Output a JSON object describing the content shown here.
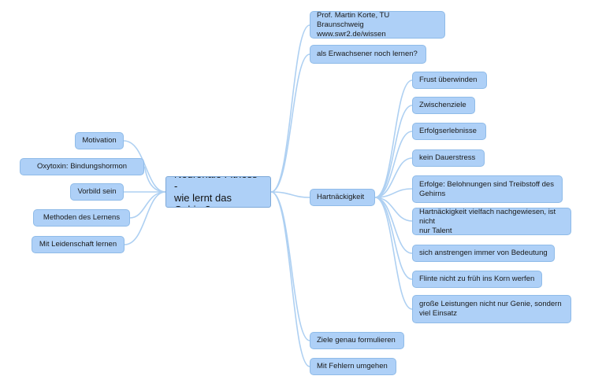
{
  "root": "Neuronale Fitness -\nwie lernt das Gehirn?",
  "left_branches": [
    "Motivation",
    "Oxytoxin: Bindungshormon",
    "Vorbild sein",
    "Methoden des Lernens",
    "Mit Leidenschaft lernen"
  ],
  "right_branches": {
    "source": "Prof. Martin Korte, TU Braunschweig\nwww.swr2.de/wissen",
    "question": "als Erwachsener noch lernen?",
    "persistence": "Hartnäckigkeit",
    "goals": "Ziele genau formulieren",
    "mistakes": "Mit Fehlern umgehen"
  },
  "persistence_children": [
    "Frust überwinden",
    "Zwischenziele",
    "Erfolgserlebnisse",
    "kein Dauerstress",
    "Erfolge: Belohnungen sind Treibstoff des\nGehirns",
    "Hartnäckigkeit vielfach nachgewiesen, ist nicht\nnur Talent",
    "sich anstrengen immer von Bedeutung",
    "Flinte nicht zu früh ins Korn werfen",
    "große Leistungen nicht nur Genie, sondern\nviel Einsatz"
  ]
}
